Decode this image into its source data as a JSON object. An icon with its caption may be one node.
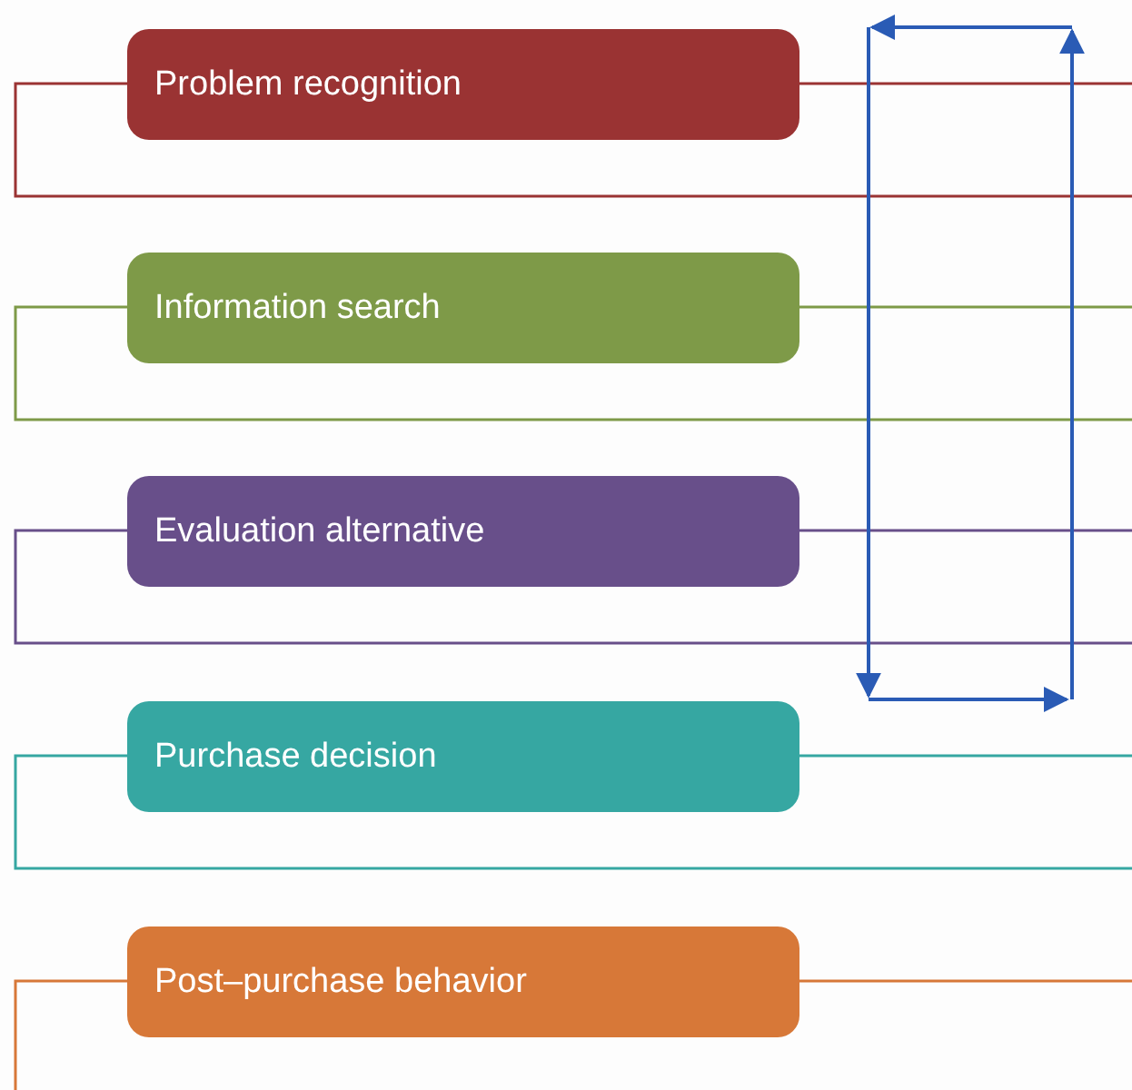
{
  "diagram": {
    "nodes": [
      {
        "text": [
          "Problem recognition"
        ]
      },
      {
        "text": [
          "Information search"
        ]
      },
      {
        "text": [
          "Evaluation alternative"
        ]
      },
      {
        "text": [
          "Purchase decision"
        ]
      },
      {
        "text": [
          "Post–purchase behavior"
        ]
      }
    ]
  }
}
